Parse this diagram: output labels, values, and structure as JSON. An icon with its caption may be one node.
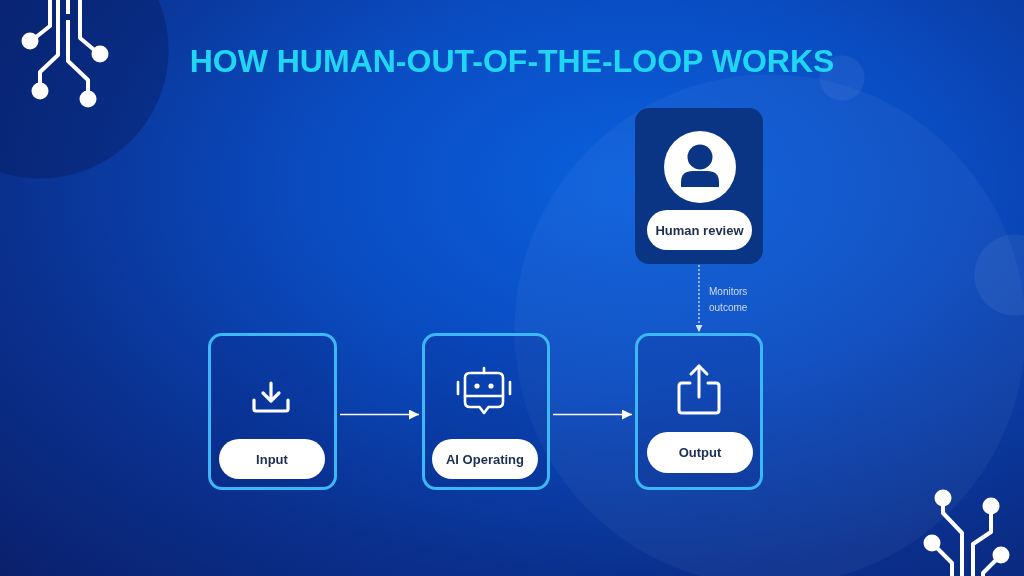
{
  "diagram": {
    "title": "HOW HUMAN-OUT-OF-THE-LOOP WORKS",
    "nodes": [
      {
        "text": [
          "Human review"
        ]
      },
      {
        "text": [
          "Input"
        ]
      },
      {
        "text": [
          "AI Operating"
        ]
      },
      {
        "text": [
          "Output"
        ]
      }
    ],
    "edges": [
      {
        "from": 1,
        "to": 2,
        "arrow": "to"
      },
      {
        "from": 2,
        "to": 3,
        "arrow": "to"
      },
      {
        "from": 0,
        "to": 3,
        "arrow": "to",
        "style": "dashed",
        "label": "Monitors outcome"
      }
    ]
  }
}
